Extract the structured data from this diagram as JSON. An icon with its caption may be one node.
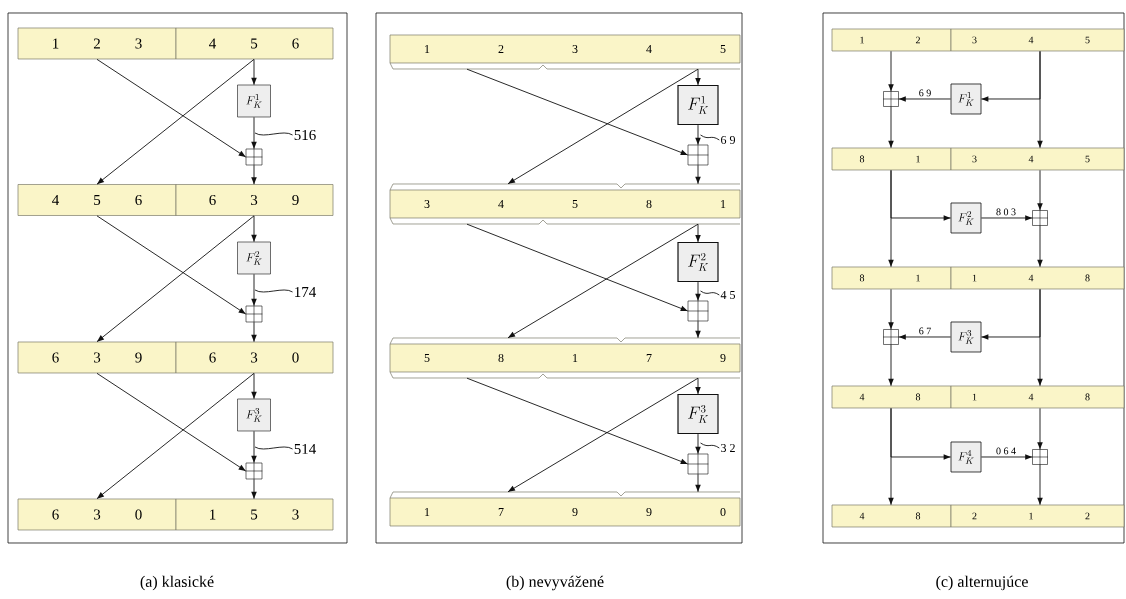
{
  "diagram": {
    "nodes": [
      {
        "text": [
          "(a) klasické"
        ]
      },
      {
        "text": [
          "1",
          "2",
          "3"
        ],
        "in": 0
      },
      {
        "text": [
          "4",
          "5",
          "6"
        ],
        "in": 0
      },
      {
        "text": [
          "F_K^1"
        ],
        "in": 0
      },
      {
        "text": [],
        "shape": "box",
        "in": 0
      },
      {
        "text": [
          "516"
        ],
        "in": 0
      },
      {
        "text": [
          "4",
          "5",
          "6"
        ],
        "in": 0
      },
      {
        "text": [
          "6",
          "3",
          "9"
        ],
        "in": 0
      },
      {
        "text": [
          "F_K^2"
        ],
        "in": 0
      },
      {
        "text": [],
        "shape": "box",
        "in": 0
      },
      {
        "text": [
          "174"
        ],
        "in": 0
      },
      {
        "text": [
          "6",
          "3",
          "9"
        ],
        "in": 0
      },
      {
        "text": [
          "6",
          "3",
          "0"
        ],
        "in": 0
      },
      {
        "text": [
          "F_K^3"
        ],
        "in": 0
      },
      {
        "text": [],
        "shape": "box",
        "in": 0
      },
      {
        "text": [
          "514"
        ],
        "in": 0
      },
      {
        "text": [
          "6",
          "3",
          "0"
        ],
        "in": 0
      },
      {
        "text": [
          "1",
          "5",
          "3"
        ],
        "in": 0
      },
      {
        "text": [
          "(b) nevyvážené"
        ]
      },
      {
        "text": [
          "1",
          "2",
          "3",
          "4",
          "5"
        ],
        "in": 18
      },
      {
        "text": [
          "F_K^1"
        ],
        "in": 18
      },
      {
        "text": [],
        "shape": "box",
        "in": 18
      },
      {
        "text": [
          "6 9"
        ],
        "in": 18
      },
      {
        "text": [
          "3",
          "4",
          "5",
          "8",
          "1"
        ],
        "in": 18
      },
      {
        "text": [
          "F_K^2"
        ],
        "in": 18
      },
      {
        "text": [],
        "shape": "box",
        "in": 18
      },
      {
        "text": [
          "4 5"
        ],
        "in": 18
      },
      {
        "text": [
          "5",
          "8",
          "1",
          "7",
          "9"
        ],
        "in": 18
      },
      {
        "text": [
          "F_K^3"
        ],
        "in": 18
      },
      {
        "text": [],
        "shape": "box",
        "in": 18
      },
      {
        "text": [
          "3 2"
        ],
        "in": 18
      },
      {
        "text": [
          "1",
          "7",
          "9",
          "9",
          "0"
        ],
        "in": 18
      },
      {
        "text": [
          "(c) alternujúce"
        ]
      },
      {
        "text": [
          "1",
          "2"
        ],
        "in": 32
      },
      {
        "text": [
          "3",
          "4",
          "5"
        ],
        "in": 32
      },
      {
        "text": [],
        "shape": "box",
        "in": 32
      },
      {
        "text": [
          "F_K^1"
        ],
        "in": 32
      },
      {
        "text": [
          "8",
          "1"
        ],
        "in": 32
      },
      {
        "text": [
          "3",
          "4",
          "5"
        ],
        "in": 32
      },
      {
        "text": [
          "F_K^2"
        ],
        "in": 32
      },
      {
        "text": [],
        "shape": "box",
        "in": 32
      },
      {
        "text": [
          "8",
          "1"
        ],
        "in": 32
      },
      {
        "text": [
          "1",
          "4",
          "8"
        ],
        "in": 32
      },
      {
        "text": [],
        "shape": "box",
        "in": 32
      },
      {
        "text": [
          "F_K^3"
        ],
        "in": 32
      },
      {
        "text": [
          "4",
          "8"
        ],
        "in": 32
      },
      {
        "text": [
          "1",
          "4",
          "8"
        ],
        "in": 32
      },
      {
        "text": [
          "F_K^4"
        ],
        "in": 32
      },
      {
        "text": [],
        "shape": "box",
        "in": 32
      },
      {
        "text": [
          "4",
          "8"
        ],
        "in": 32
      },
      {
        "text": [
          "2",
          "1",
          "2"
        ],
        "in": 32
      }
    ],
    "edges": [
      {
        "from": 2,
        "to": 3,
        "arrow": "to"
      },
      {
        "from": 3,
        "to": 4,
        "arrow": "to"
      },
      {
        "from": 4,
        "to": 7,
        "arrow": "to"
      },
      {
        "from": 1,
        "to": 4,
        "arrow": "to"
      },
      {
        "from": 2,
        "to": 6,
        "arrow": "to"
      },
      {
        "from": 5,
        "to": null,
        "arrow": "none"
      },
      {
        "from": 7,
        "to": 8,
        "arrow": "to"
      },
      {
        "from": 8,
        "to": 9,
        "arrow": "to"
      },
      {
        "from": 9,
        "to": 12,
        "arrow": "to"
      },
      {
        "from": 6,
        "to": 9,
        "arrow": "to"
      },
      {
        "from": 7,
        "to": 11,
        "arrow": "to"
      },
      {
        "from": 10,
        "to": null,
        "arrow": "none"
      },
      {
        "from": 12,
        "to": 13,
        "arrow": "to"
      },
      {
        "from": 13,
        "to": 14,
        "arrow": "to"
      },
      {
        "from": 14,
        "to": 17,
        "arrow": "to"
      },
      {
        "from": 11,
        "to": 14,
        "arrow": "to"
      },
      {
        "from": 12,
        "to": 16,
        "arrow": "to"
      },
      {
        "from": 15,
        "to": null,
        "arrow": "none"
      },
      {
        "from": 19,
        "to": 20,
        "arrow": "to"
      },
      {
        "from": 20,
        "to": 21,
        "arrow": "to"
      },
      {
        "from": 21,
        "to": 23,
        "arrow": "to"
      },
      {
        "from": 19,
        "to": 21,
        "arrow": "to"
      },
      {
        "from": 19,
        "to": 23,
        "arrow": "to"
      },
      {
        "from": 22,
        "to": null,
        "arrow": "none"
      },
      {
        "from": 23,
        "to": 24,
        "arrow": "to"
      },
      {
        "from": 24,
        "to": 25,
        "arrow": "to"
      },
      {
        "from": 25,
        "to": 27,
        "arrow": "to"
      },
      {
        "from": 23,
        "to": 25,
        "arrow": "to"
      },
      {
        "from": 23,
        "to": 27,
        "arrow": "to"
      },
      {
        "from": 26,
        "to": null,
        "arrow": "none"
      },
      {
        "from": 27,
        "to": 28,
        "arrow": "to"
      },
      {
        "from": 28,
        "to": 29,
        "arrow": "to"
      },
      {
        "from": 29,
        "to": 31,
        "arrow": "to"
      },
      {
        "from": 27,
        "to": 29,
        "arrow": "to"
      },
      {
        "from": 27,
        "to": 31,
        "arrow": "to"
      },
      {
        "from": 30,
        "to": null,
        "arrow": "none"
      },
      {
        "from": 33,
        "to": 35,
        "arrow": "to"
      },
      {
        "from": 35,
        "to": 37,
        "arrow": "to"
      },
      {
        "from": 34,
        "to": 38,
        "arrow": "to"
      },
      {
        "from": 34,
        "to": 36,
        "arrow": "to"
      },
      {
        "from": 36,
        "to": 35,
        "arrow": "to",
        "label": "6 9"
      },
      {
        "from": 37,
        "to": 41,
        "arrow": "to"
      },
      {
        "from": 37,
        "to": 39,
        "arrow": "to"
      },
      {
        "from": 39,
        "to": 40,
        "arrow": "to",
        "label": "8 0 3"
      },
      {
        "from": 38,
        "to": 40,
        "arrow": "to"
      },
      {
        "from": 40,
        "to": 42,
        "arrow": "to"
      },
      {
        "from": 41,
        "to": 43,
        "arrow": "to"
      },
      {
        "from": 43,
        "to": 45,
        "arrow": "to"
      },
      {
        "from": 42,
        "to": 46,
        "arrow": "to"
      },
      {
        "from": 42,
        "to": 44,
        "arrow": "to"
      },
      {
        "from": 44,
        "to": 43,
        "arrow": "to",
        "label": "6 7"
      },
      {
        "from": 45,
        "to": 49,
        "arrow": "to"
      },
      {
        "from": 45,
        "to": 47,
        "arrow": "to"
      },
      {
        "from": 47,
        "to": 48,
        "arrow": "to",
        "label": "0 6 4"
      },
      {
        "from": 46,
        "to": 48,
        "arrow": "to"
      },
      {
        "from": 48,
        "to": 50,
        "arrow": "to"
      }
    ]
  }
}
